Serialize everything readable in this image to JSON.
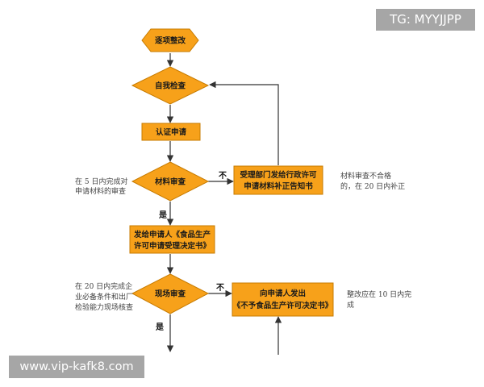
{
  "watermarks": {
    "top_right": "TG: MYYJJPP",
    "bottom_left": "www.vip-kafk8.com"
  },
  "colors": {
    "node_fill": "#f7a11a",
    "node_stroke": "#c77b00",
    "edge": "#333333"
  },
  "nodes": {
    "start": "逐项整改",
    "self_check": "自我检查",
    "cert_apply": "认证申请",
    "material_review": "材料审查",
    "accept_notice": [
      "受理部门发给行政许可",
      "申请材料补正告知书"
    ],
    "issue_decision": [
      "发给申请人《食品生产",
      "许可申请受理决定书》"
    ],
    "site_review": "现场审查",
    "reject_notice": [
      "向申请人发出",
      "《不予食品生产许可决定书》"
    ]
  },
  "edge_labels": {
    "material_no": "不",
    "material_yes": "是",
    "site_no": "不",
    "site_yes": "是"
  },
  "notes": {
    "material_left": [
      "在 5 日内完成对",
      "申请材料的审查"
    ],
    "material_right": [
      "材料审查不合格",
      "的，在 20 日内补正"
    ],
    "site_left": [
      "在 20 日内完成企",
      "业必备条件和出厂",
      "检验能力现场核查"
    ],
    "site_right": [
      "整改应在 10 日内完",
      "成"
    ]
  }
}
